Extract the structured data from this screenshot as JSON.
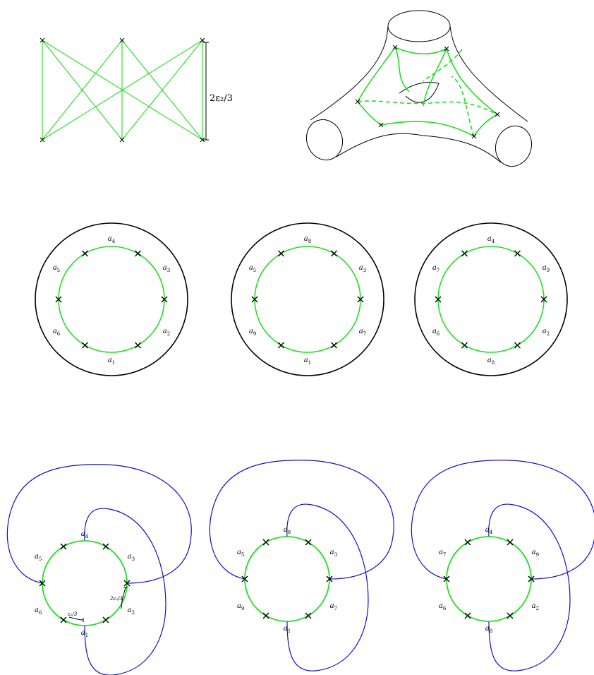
{
  "bipartite": {
    "height_label": "2ε₂/3",
    "edge_color": "#22dd22"
  },
  "colors": {
    "green": "#22dd22",
    "blue": "#1010cc",
    "black": "#000000"
  },
  "annuli": [
    {
      "labels": [
        "a4",
        "a3",
        "a2",
        "a1",
        "a6",
        "a5"
      ]
    },
    {
      "labels": [
        "a8",
        "a3",
        "a7",
        "a1",
        "a9",
        "a5"
      ]
    },
    {
      "labels": [
        "a4",
        "a9",
        "a2",
        "a8",
        "a6",
        "a7"
      ]
    }
  ],
  "loops": [
    {
      "labels": [
        "a4",
        "a3",
        "a2",
        "a1",
        "a6",
        "a5"
      ],
      "arc_label_long": "2ε₂/3",
      "arc_label_short": "ε₂/3"
    },
    {
      "labels": [
        "a8",
        "a3",
        "a7",
        "a1",
        "a9",
        "a5"
      ]
    },
    {
      "labels": [
        "a4",
        "a9",
        "a2",
        "a8",
        "a6",
        "a7"
      ]
    }
  ]
}
